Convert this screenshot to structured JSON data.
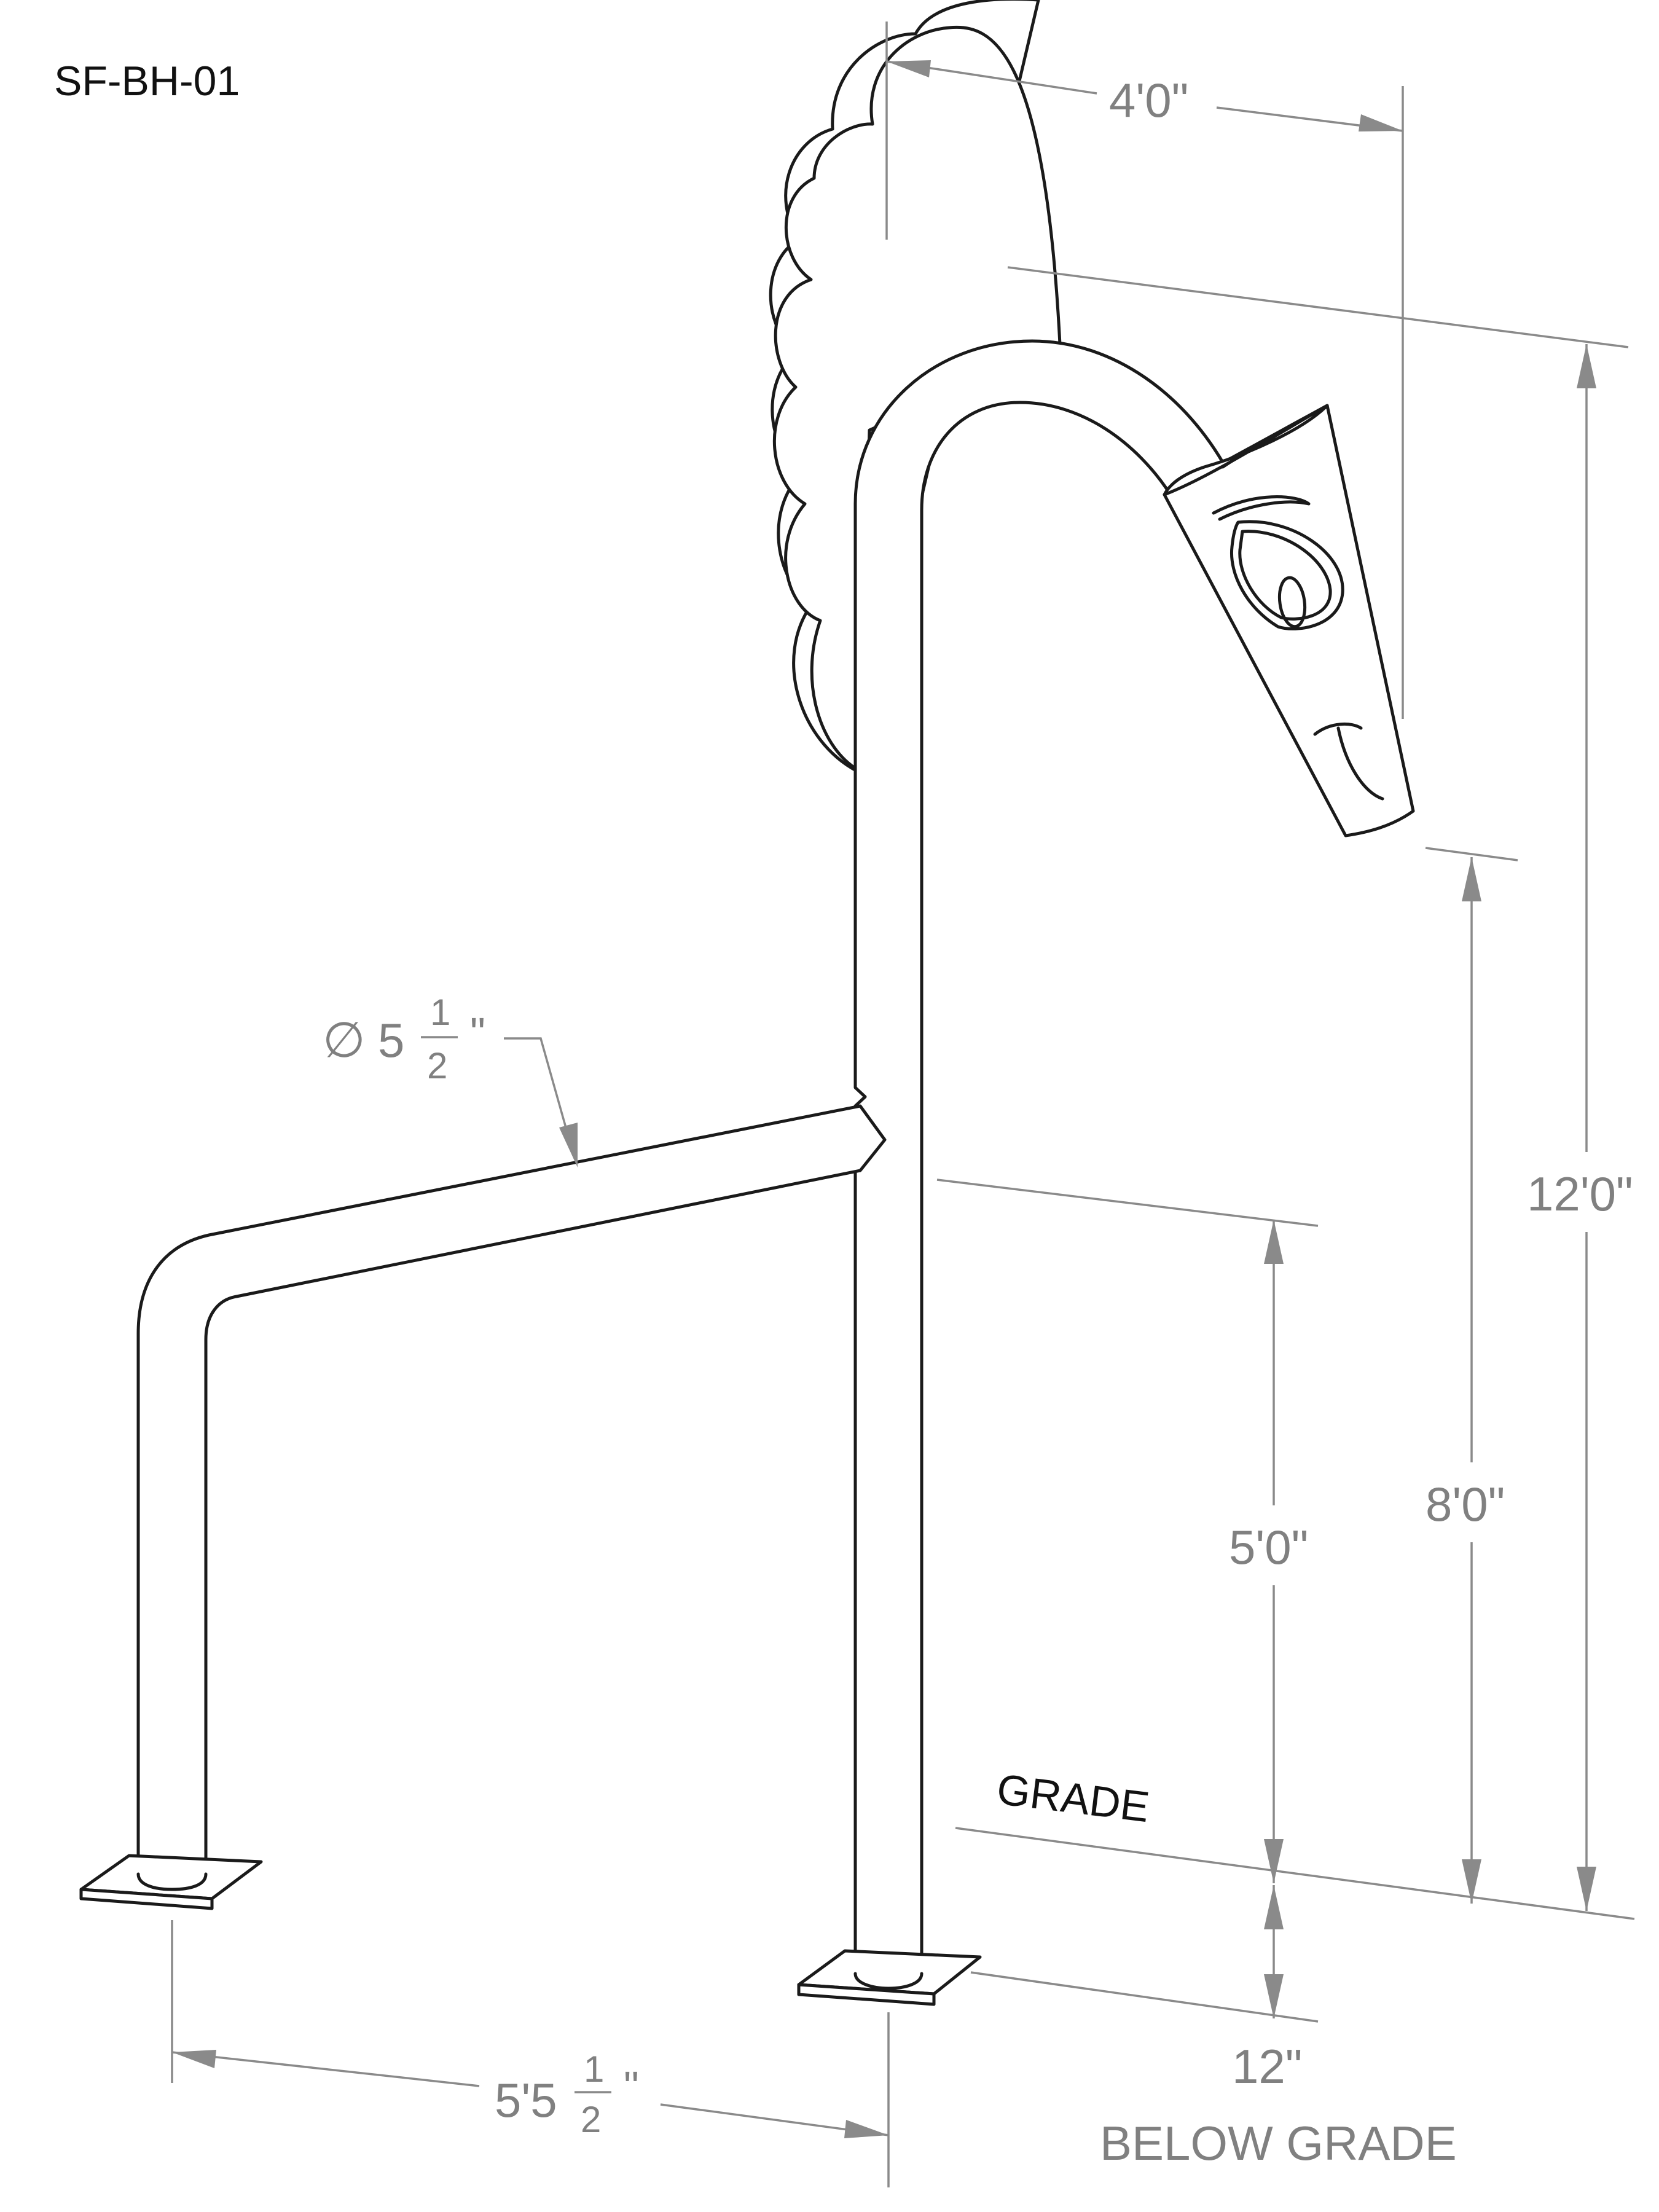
{
  "drawing_id": "SF-BH-01",
  "dimensions": {
    "width_top": "4'0\"",
    "height_total": "12'0\"",
    "height_head_to_grade": "8'0\"",
    "height_rail_to_grade": "5'0\"",
    "pipe_diameter_symbol": "∅",
    "pipe_diameter_whole": "5",
    "pipe_diameter_num": "1",
    "pipe_diameter_den": "2",
    "pipe_diameter_unit": "\"",
    "base_length_whole": "5'5",
    "base_length_num": "1",
    "base_length_den": "2",
    "base_length_unit": "\"",
    "embed_depth": "12\"",
    "embed_note": "BELOW GRADE"
  },
  "labels": {
    "grade": "GRADE"
  },
  "colors": {
    "dimension": "#808080",
    "object": "#1a1a1a",
    "background": "#ffffff"
  }
}
